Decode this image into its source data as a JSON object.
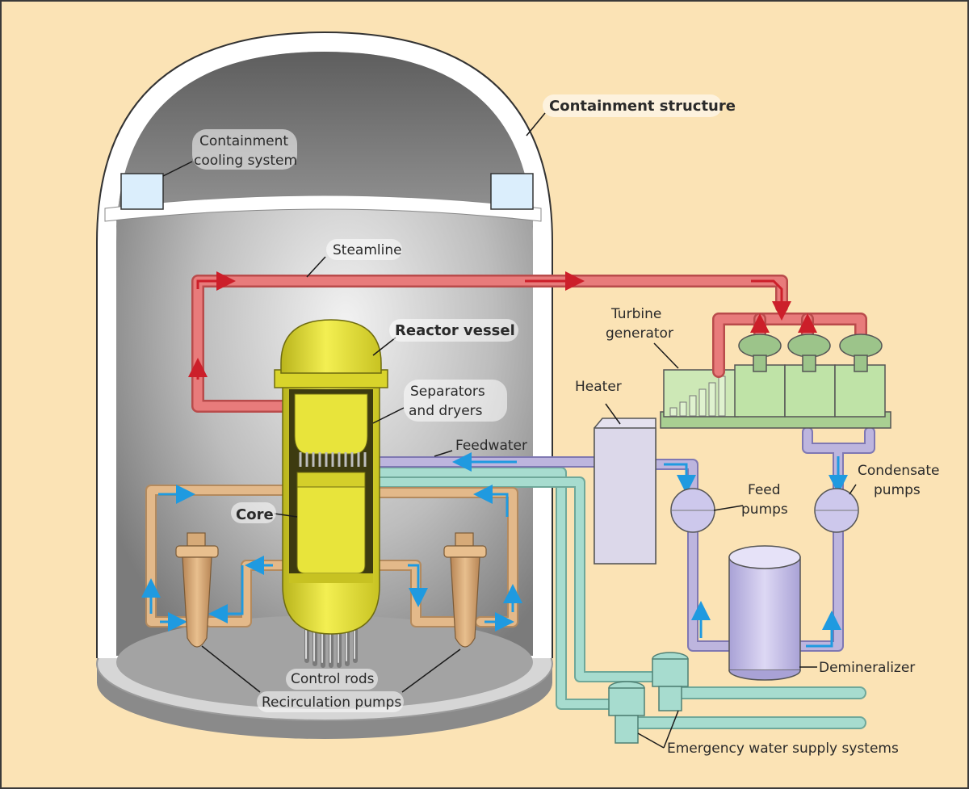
{
  "labels": {
    "containment_structure": "Containment structure",
    "containment_cooling_line1": "Containment",
    "containment_cooling_line2": "cooling system",
    "steamline": "Steamline",
    "reactor_vessel": "Reactor vessel",
    "separators_line1": "Separators",
    "separators_line2": "and dryers",
    "core": "Core",
    "feedwater": "Feedwater",
    "heater": "Heater",
    "turbine_line1": "Turbine",
    "turbine_line2": "generator",
    "feed_pumps_line1": "Feed",
    "feed_pumps_line2": "pumps",
    "condensate_line1": "Condensate",
    "condensate_line2": "pumps",
    "demineralizer": "Demineralizer",
    "control_rods": "Control rods",
    "recirculation_pumps": "Recirculation pumps",
    "emergency_water": "Emergency water supply systems"
  },
  "colors": {
    "background": "#fbe3b5",
    "containment_wall": "#ffffff",
    "containment_interior": "#9c9c9c",
    "reactor_vessel": "#e6e22e",
    "steam_pipe": "#e87b7b",
    "steam_arrow": "#cc1f2a",
    "feedwater_pipe": "#bdb5de",
    "recirculation_pipe": "#e3b98a",
    "emergency_pipe": "#a7dccf",
    "turbine": "#bfe3a7",
    "flow_arrow": "#1f9ae0"
  }
}
